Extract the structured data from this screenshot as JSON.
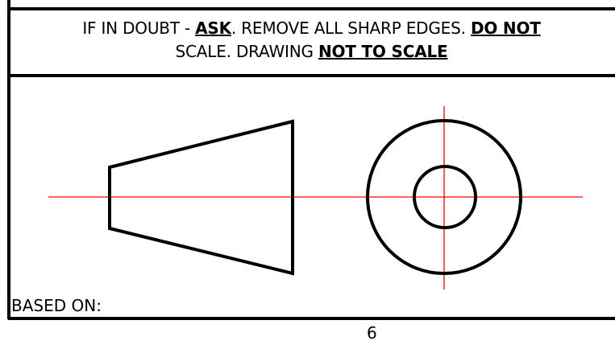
{
  "notes": {
    "line1_prefix": "IF IN DOUBT - ",
    "line1_ask": "ASK",
    "line1_middle": ". REMOVE ALL SHARP EDGES. ",
    "line1_do_not": "DO NOT",
    "line2_prefix": "SCALE. DRAWING ",
    "line2_not_to_scale": "NOT TO SCALE"
  },
  "based_on_label": "BASED ON:",
  "page_number": "6",
  "colors": {
    "outline": "#000000",
    "centerline": "#ff0000",
    "background": "#ffffff"
  }
}
